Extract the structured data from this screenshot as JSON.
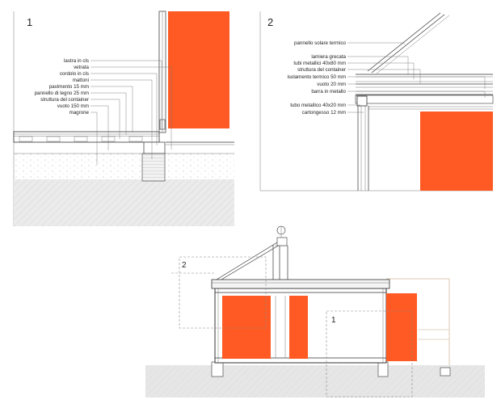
{
  "colors": {
    "accent_orange": "#ff5a23",
    "ground_gray": "#e6e6e6",
    "line": "#333333"
  },
  "detail_1": {
    "number": "1",
    "labels": [
      "lastra in cls",
      "vetrata",
      "cordolo in cls",
      "mattoni",
      "pavimento 15 mm",
      "pannello di legno 25 mm",
      "struttura del container",
      "vuoto 150 mm",
      "magrone"
    ]
  },
  "detail_2": {
    "number": "2",
    "labels": [
      "pannello solare termico",
      "lamiera grecata",
      "tubi metallici 40x80 mm",
      "struttura del container",
      "isolamento termico 50 mm",
      "vuoto 20 mm",
      "barra in metallo",
      "tubo metallico 40x20 mm",
      "cartongesso 12 mm"
    ]
  },
  "section": {
    "callout_1": "1",
    "callout_2": "2"
  }
}
